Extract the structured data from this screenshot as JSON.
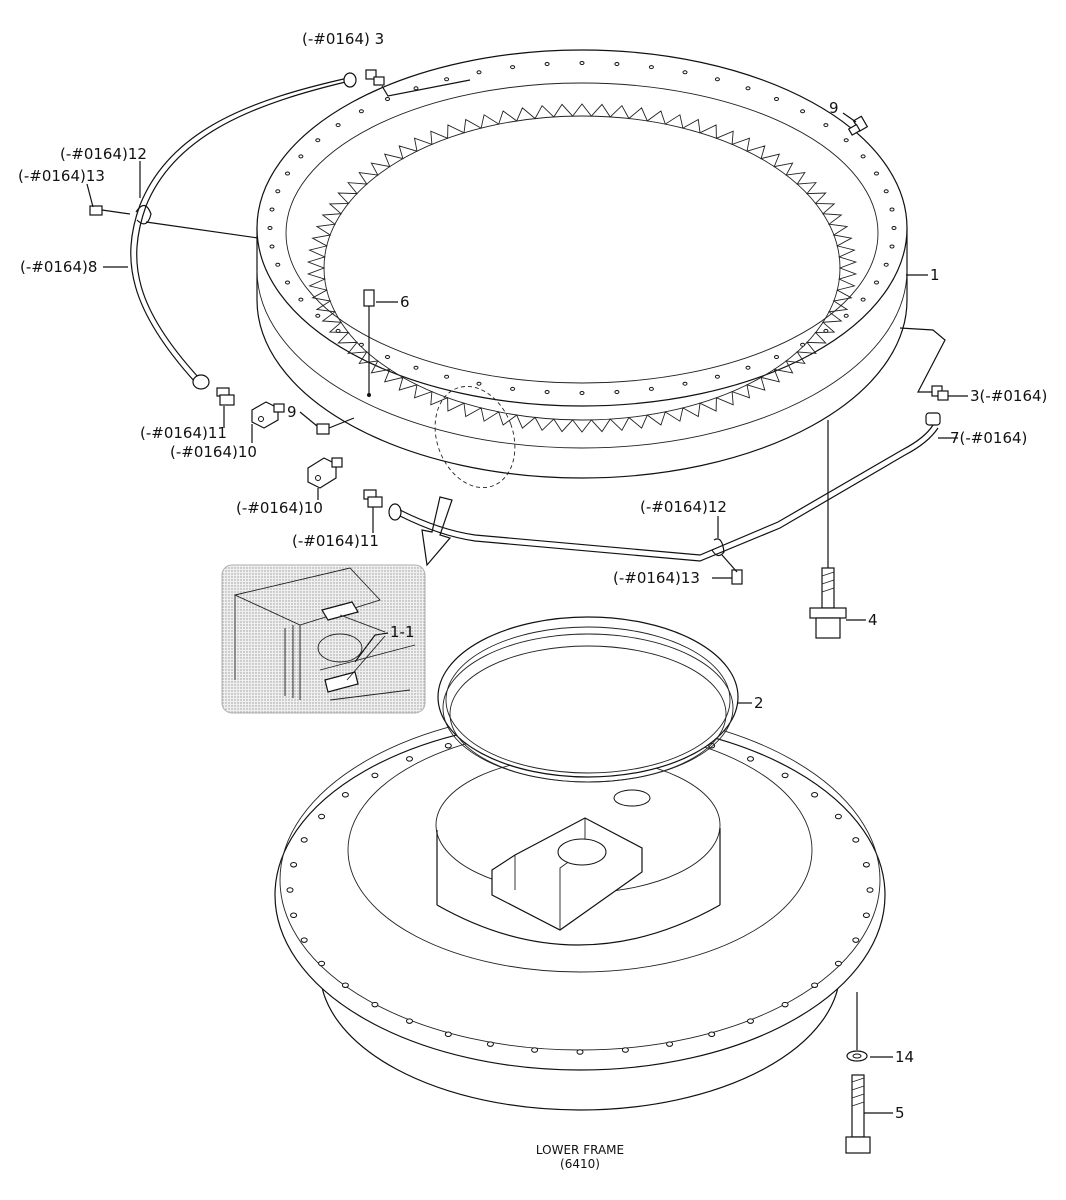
{
  "labels": {
    "l3_top": "(-#0164) 3",
    "l12_left": "(-#0164)12",
    "l13_left": "(-#0164)13",
    "l8": "(-#0164)8",
    "l9_top": "9",
    "l1": "1",
    "l6": "6",
    "l3_right": "3(-#0164)",
    "l7": "7(-#0164)",
    "l9_mid": "9",
    "l11_left": "(-#0164)11",
    "l10_left": "(-#0164)10",
    "l10_mid": "(-#0164)10",
    "l11_mid": "(-#0164)11",
    "l12_right": "(-#0164)12",
    "l13_right": "(-#0164)13",
    "l4": "4",
    "l1_1": "1-1",
    "l2": "2",
    "l14": "14",
    "l5": "5"
  },
  "caption": {
    "title": "LOWER FRAME",
    "code": "(6410)"
  }
}
